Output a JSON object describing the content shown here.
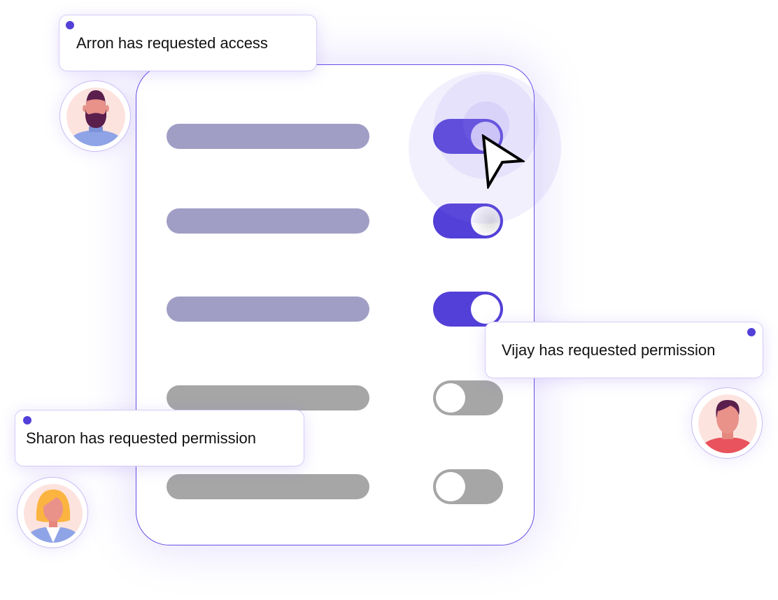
{
  "colors": {
    "accent": "#5240d8",
    "bar_active": "#a09ec5",
    "bar_inactive": "#a6a6a6",
    "toggle_off": "#a6a6a6",
    "card_border": "#6a4ee6"
  },
  "settings_rows": [
    {
      "bar_state": "active",
      "toggle": "on",
      "knob_icon": "highlighted"
    },
    {
      "bar_state": "active",
      "toggle": "on"
    },
    {
      "bar_state": "active",
      "toggle": "on"
    },
    {
      "bar_state": "inactive",
      "toggle": "off"
    },
    {
      "bar_state": "inactive",
      "toggle": "off"
    }
  ],
  "notifications": [
    {
      "name": "Arron",
      "text": "Arron has requested access",
      "avatar": "bearded-man-avatar"
    },
    {
      "name": "Vijay",
      "text": "Vijay has requested permission",
      "avatar": "young-man-avatar"
    },
    {
      "name": "Sharon",
      "text": "Sharon has requested permission",
      "avatar": "blonde-woman-avatar"
    }
  ],
  "cursor": {
    "icon": "mouse-pointer-icon"
  }
}
